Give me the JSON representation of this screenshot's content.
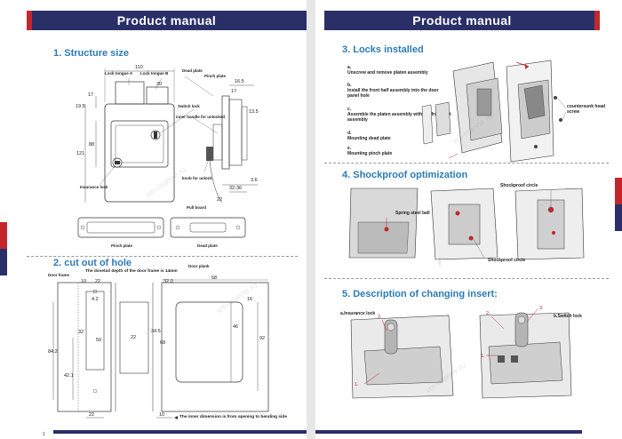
{
  "header": {
    "left_title": "Product manual",
    "right_title": "Product manual"
  },
  "left_page": {
    "section1": {
      "title": "1. Structure size",
      "labels": {
        "lock_tongue_a": "Lock tongue A",
        "lock_tongue_b": "Lock tongue B",
        "dead_plate": "Dead plate",
        "pinch_plate_top": "Pinch plate",
        "switch_lock": "Switch lock",
        "inner_handle": "inner handle for unlocked",
        "knob_for_unlock": "knob for unlock",
        "insurance_lock": "Insurance lock",
        "pull_board": "Pull board",
        "pinch_plate": "Pinch plate",
        "dead_plate_bottom": "Dead plate"
      },
      "dims": {
        "d110": "110",
        "d17a": "17",
        "d19_5": "19.5",
        "d88": "88",
        "d121": "121",
        "d17b": "17",
        "d16_5": "16.5",
        "d13_5": "13.5",
        "d3_6": "3.6",
        "d32_36": "32-36",
        "d22": "22",
        "d30": "30"
      }
    },
    "section2": {
      "title": "2. cut out of hole",
      "note": "The dovetail depth of the door frame is 14mm",
      "door_frame": "Door frame",
      "door_plank": "Door plank",
      "inner_note": "The inner dimension is from opening to bending side",
      "dims": {
        "d10a": "10",
        "d22a": "22",
        "d4_2": "4.2",
        "d32a": "32",
        "d50": "50",
        "d84_2": "84.2",
        "d42_1": "42.1",
        "d22b": "22",
        "d22c": "22",
        "d34_5": "34.5",
        "d68a": "68",
        "d32_0": "32.0",
        "d68b": "68",
        "d46": "46",
        "d92": "92",
        "d10b": "10",
        "d16": "16"
      }
    },
    "page_number": "1"
  },
  "right_page": {
    "section3": {
      "title": "3. Locks installed",
      "steps": [
        {
          "key": "a.",
          "text": "Unscrew and remove platen assembly"
        },
        {
          "key": "b.",
          "text": "Install the front half assembly into the door panel hole"
        },
        {
          "key": "c.",
          "text": "Assemble the platen assembly with the front part assembly"
        },
        {
          "key": "d.",
          "text": "Mounting dead plate"
        },
        {
          "key": "e.",
          "text": "Mounting pinch plate"
        }
      ],
      "countersunk": "countersunk head screw"
    },
    "section4": {
      "title": "4. Shockproof optimization",
      "spring_ball": "Spring steel ball",
      "shockproof_circle_a": "Shockproof circle",
      "shockproof_circle_b": "Shockproof circle"
    },
    "section5": {
      "title": "5. Description of changing insert:",
      "insurance_lock": "a.Insurance lock",
      "switch_lock": "b.Switch lock",
      "n1a": "1.",
      "n2a": "2.",
      "n1b": "1.",
      "n2b": "2.",
      "n3b": "3."
    }
  },
  "watermark": "vm-marine.ru",
  "colors": {
    "navy": "#2a2f68",
    "red": "#c1272d",
    "title_blue": "#2c7bb6"
  }
}
